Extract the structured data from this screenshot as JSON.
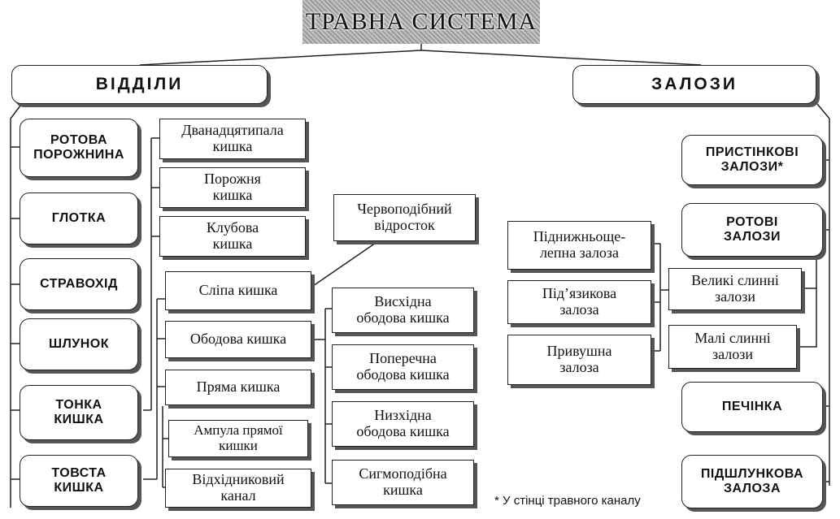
{
  "title": "ТРАВНА СИСТЕМА",
  "departments": {
    "header": "ВІДДІЛИ",
    "items": [
      "РОТОВА\nПОРОЖНИНА",
      "ГЛОТКА",
      "СТРАВОХІД",
      "ШЛУНОК",
      "ТОНКА\nКИШКА",
      "ТОВСТА\nКИШКА"
    ],
    "small_intestine_parts": [
      "Дванадцятипала\nкишка",
      "Порожня\nкишка",
      "Клубова\nкишка"
    ],
    "large_intestine_parts": [
      "Сліпа кишка",
      "Ободова кишка",
      "Пряма кишка",
      "Ампула прямої\nкишки",
      "Відхідниковий\nканал"
    ],
    "appendix": "Червоподібний\nвідросток",
    "colon_parts": [
      "Висхідна\nободова кишка",
      "Поперечна\nободова кишка",
      "Низхідна\nободова кишка",
      "Сигмоподібна\nкишка"
    ]
  },
  "glands": {
    "header": "ЗАЛОЗИ",
    "items": [
      "ПРИСТІНКОВІ\nЗАЛОЗИ*",
      "РОТОВІ\nЗАЛОЗИ",
      "ПЕЧІНКА",
      "ПІДШЛУНКОВА\nЗАЛОЗА"
    ],
    "oral_gland_types": [
      "Великі слинні\nзалози",
      "Малі слинні\nзалози"
    ],
    "salivary_glands": [
      "Піднижньоще-\nлепна залоза",
      "Під’язикова\nзалоза",
      "Привушна\nзалоза"
    ]
  },
  "footnote": "* У стінці травного каналу"
}
